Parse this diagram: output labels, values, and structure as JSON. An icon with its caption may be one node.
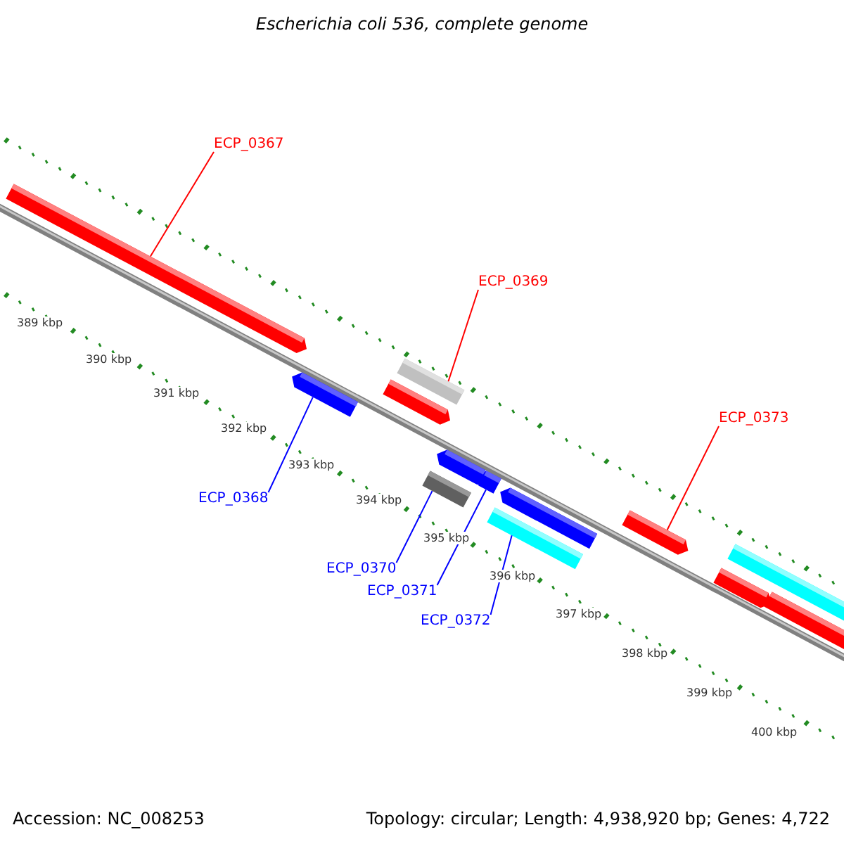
{
  "diagram": {
    "title": "Escherichia coli 536, complete genome",
    "nodes": [
      {
        "text": [
          "ECP_0367"
        ]
      },
      {
        "text": [
          "ECP_0369"
        ]
      },
      {
        "text": [
          "ECP_0373"
        ]
      },
      {
        "text": [
          "ECP_0368"
        ]
      },
      {
        "text": [
          "ECP_0370"
        ]
      },
      {
        "text": [
          "ECP_0371"
        ]
      },
      {
        "text": [
          "ECP_0372"
        ]
      },
      {
        "text": [],
        "shape": "bar"
      },
      {
        "text": [],
        "shape": "bar"
      },
      {
        "text": [],
        "shape": "bar"
      },
      {
        "text": [],
        "shape": "bar"
      },
      {
        "text": [],
        "shape": "bar"
      },
      {
        "text": [],
        "shape": "bar"
      },
      {
        "text": [],
        "shape": "bar"
      },
      {
        "text": [],
        "shape": "bar"
      },
      {
        "text": [],
        "shape": "bar"
      },
      {
        "text": [],
        "shape": "bar"
      },
      {
        "text": [],
        "shape": "bar"
      },
      {
        "text": [],
        "shape": "bar"
      },
      {
        "text": [],
        "shape": "bar"
      }
    ],
    "edges": [
      {
        "from": 0,
        "to": 7,
        "arrow": "none",
        "color": "#ff0000"
      },
      {
        "from": 1,
        "to": 8,
        "arrow": "none",
        "color": "#ff0000"
      },
      {
        "from": 2,
        "to": 9,
        "arrow": "none",
        "color": "#ff0000"
      },
      {
        "from": 3,
        "to": 10,
        "arrow": "none"
      },
      {
        "from": 4,
        "to": 11,
        "arrow": "none"
      },
      {
        "from": 5,
        "to": 12,
        "arrow": "none"
      },
      {
        "from": 6,
        "to": 13,
        "arrow": "none"
      }
    ],
    "labels": [
      "389 kbp",
      "390 kbp",
      "391 kbp",
      "392 kbp",
      "393 kbp",
      "394 kbp",
      "395 kbp",
      "396 kbp",
      "397 kbp",
      "398 kbp",
      "399 kbp",
      "400 kbp",
      "Accession: NC_008253",
      "Topology: circular; Length: 4,938,920 bp; Genes: 4,722"
    ]
  }
}
